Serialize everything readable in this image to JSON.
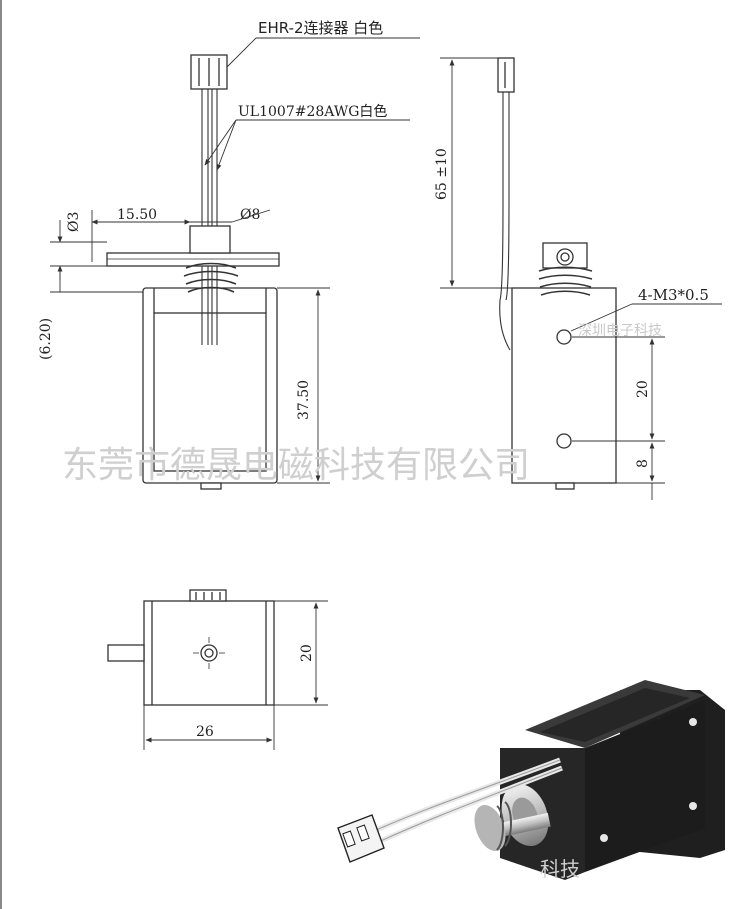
{
  "labels": {
    "connector": "EHR-2连接器 白色",
    "wire": "UL1007#28AWG白色",
    "thread": "4-M3*0.5"
  },
  "dimensions": {
    "shaft_dia": "Ø3",
    "plunger_offset": "15.50",
    "plunger_dia": "Ø8",
    "stroke": "(6.20)",
    "body_height": "37.50",
    "lead_length": "65 ±10",
    "hole_spacing": "20",
    "hole_edge": "8",
    "body_depth": "20",
    "body_width": "26"
  },
  "watermark": {
    "company": "东莞市德晟电磁科技有限公司",
    "side_text": "深圳电子科技",
    "photo_text": "科技"
  },
  "colors": {
    "line": "#333333",
    "watermark": "#c8c8c8",
    "plunger_yellow": "#e8c020",
    "body_dark": "#2a2a2a"
  }
}
